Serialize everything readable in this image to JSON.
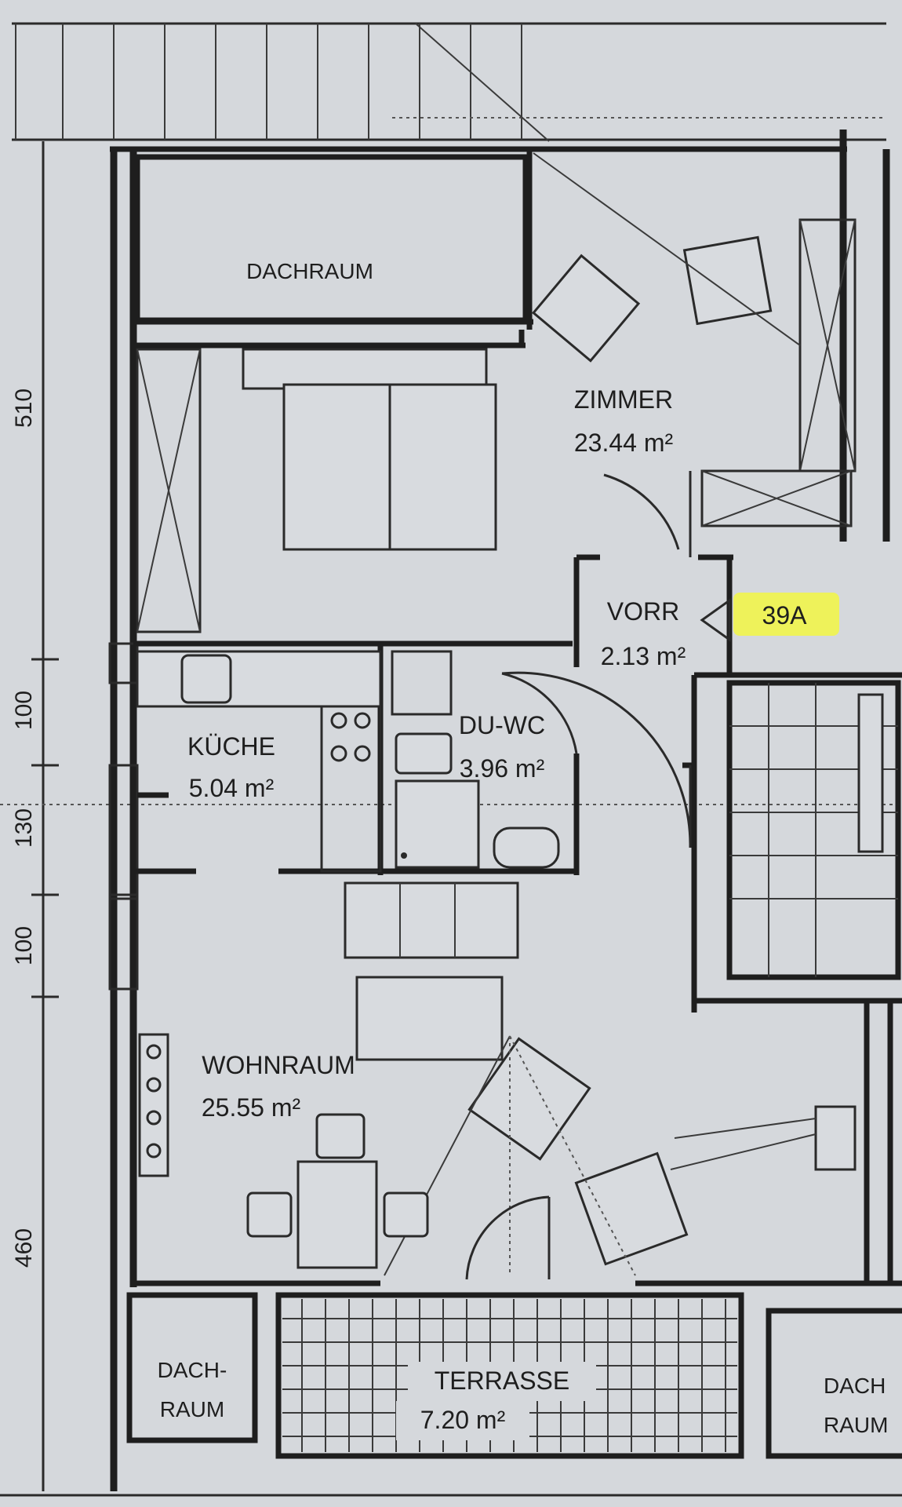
{
  "rooms": {
    "dachraum_top": {
      "name": "DACHRAUM"
    },
    "zimmer": {
      "name": "ZIMMER",
      "area": "23.44 m²"
    },
    "vorr": {
      "name": "VORR",
      "area": "2.13 m²"
    },
    "unit": {
      "label": "39A",
      "highlight": "#eef25a"
    },
    "kueche": {
      "name": "KÜCHE",
      "area": "5.04 m²"
    },
    "duwc": {
      "name": "DU-WC",
      "area": "3.96 m²"
    },
    "wohnraum": {
      "name": "WOHNRAUM",
      "area": "25.55 m²"
    },
    "dachraum_bl": {
      "line1": "DACH-",
      "line2": "RAUM"
    },
    "terrasse": {
      "name": "TERRASSE",
      "area": "7.20 m²"
    },
    "dachraum_br": {
      "line1": "DACH",
      "line2": "RAUM"
    }
  },
  "dimensions": [
    "510",
    "100",
    "130",
    "100",
    "460"
  ]
}
